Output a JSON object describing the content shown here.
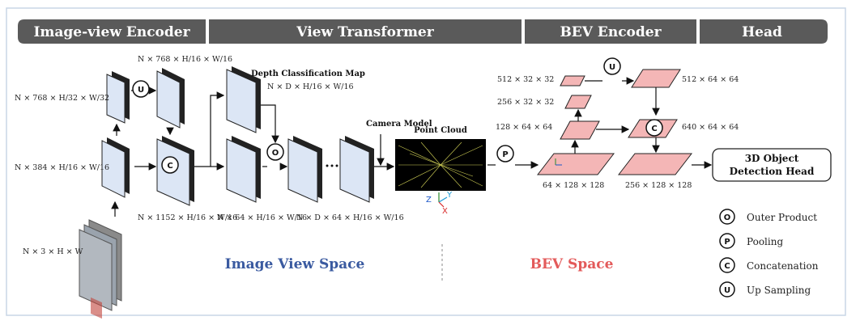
{
  "headers": {
    "image_view_encoder": "Image-view Encoder",
    "view_transformer": "View Transformer",
    "bev_encoder": "BEV Encoder",
    "head": "Head"
  },
  "shapes": {
    "input": "N × 3 × H × W",
    "feat_32": "N × 768 × H/32 × W/32",
    "feat_16a": "N × 384 × H/16 × W/16",
    "feat_up": "N × 768 × H/16 × W/16",
    "feat_cat": "N × 1152 × H/16 × W/16",
    "depth_title": "Depth Classification Map",
    "depth_shape": "N × D × H/16 × W/16",
    "context": "N × 64 × H/16 × W/16",
    "frustum": "N × D × 64 × H/16 × W/16",
    "camera_model": "Camera Model",
    "point_cloud": "Point Cloud",
    "bev_base": "64 × 128 × 128",
    "bev_1": "128 × 64 × 64",
    "bev_2": "256 × 32 × 32",
    "bev_3": "512 × 32 × 32",
    "bev_up": "512 × 64 × 64",
    "bev_cat": "640 × 64 × 64",
    "bev_out": "256 × 128 × 128"
  },
  "ops": {
    "outer": "O",
    "pool": "P",
    "concat": "C",
    "up": "U"
  },
  "detection_head": [
    "3D Object",
    "Detection Head"
  ],
  "spaces": {
    "image": "Image View Space",
    "bev": "BEV Space"
  },
  "axes": {
    "z": "Z",
    "y": "Y",
    "x": "X"
  },
  "legend": [
    {
      "sym": "O",
      "label": "Outer Product"
    },
    {
      "sym": "P",
      "label": "Pooling"
    },
    {
      "sym": "C",
      "label": "Concatenation"
    },
    {
      "sym": "U",
      "label": "Up Sampling"
    }
  ],
  "colors": {
    "header_bg": "#5a5a5a",
    "feature_fill": "#dce6f5",
    "bev_fill": "#f4b6b6",
    "image_space": "#3a5aa0",
    "bev_space": "#e35a5a"
  }
}
